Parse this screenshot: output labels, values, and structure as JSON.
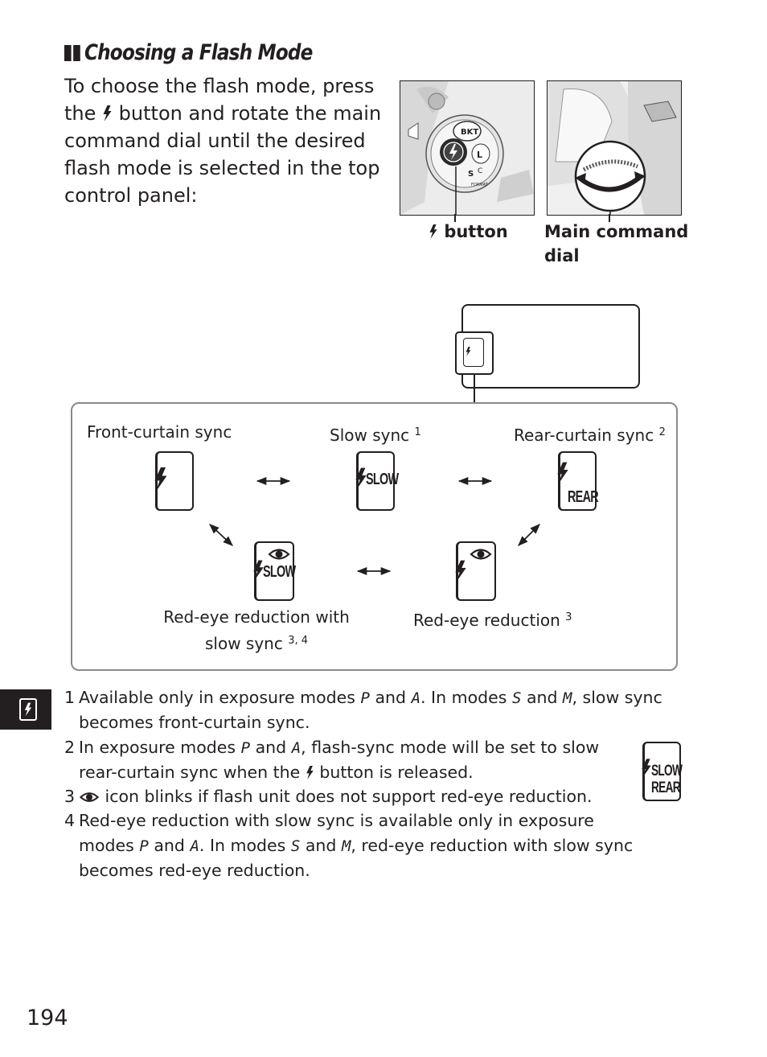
{
  "heading": {
    "title": "Choosing a Flash Mode"
  },
  "intro": {
    "lines": [
      "To choose the flash mode, press",
      "button and rotate the main",
      "command dial until the desired",
      "flash mode is selected in the top",
      "control panel:"
    ],
    "line2_prefix": "the"
  },
  "camera_top": {
    "labels": {
      "bkt": "BKT",
      "l": "L",
      "s": "S",
      "c": "C",
      "format": "FORMAT"
    }
  },
  "captions": {
    "flash_button": "button",
    "main_command_dial_line1": "Main command",
    "main_command_dial_line2": "dial"
  },
  "flash_modes": {
    "front_curtain": {
      "label": "Front-curtain sync",
      "note": ""
    },
    "slow_sync": {
      "label": "Slow sync",
      "note": "1",
      "icon_text": "SLOW"
    },
    "rear_curtain": {
      "label": "Rear-curtain sync",
      "note": "2",
      "icon_text": "REAR"
    },
    "red_eye_slow": {
      "label_line1": "Red-eye reduction with",
      "label_line2": "slow sync",
      "note": "3, 4",
      "icon_text": "SLOW"
    },
    "red_eye": {
      "label": "Red-eye reduction",
      "note": "3"
    }
  },
  "footnotes": [
    {
      "num": "1",
      "parts": [
        "Available only in exposure modes",
        "and",
        ".  In modes",
        "and",
        ", slow sync"
      ],
      "line2": "becomes front-curtain sync.",
      "modes": [
        "P",
        "A",
        "S",
        "M"
      ]
    },
    {
      "num": "2",
      "parts": [
        "In exposure modes",
        "and",
        ", flash-sync mode will be set to slow"
      ],
      "line2a": "rear-curtain sync when the",
      "line2b": "button is released.",
      "modes": [
        "P",
        "A"
      ]
    },
    {
      "num": "3",
      "text": "icon blinks if flash unit does not support red-eye reduction."
    },
    {
      "num": "4",
      "line1": "Red-eye reduction with slow sync is available only in exposure",
      "parts": [
        "modes",
        "and",
        ".  In modes",
        "and",
        ", red-eye reduction with slow sync"
      ],
      "line3": "becomes red-eye reduction.",
      "modes": [
        "P",
        "A",
        "S",
        "M"
      ]
    }
  ],
  "slow_rear_icon": {
    "line1": "SLOW",
    "line2": "REAR"
  },
  "page_number": "194",
  "colors": {
    "ink": "#231f20",
    "panel_border": "#8a8a8a",
    "tab": "#231f20"
  }
}
